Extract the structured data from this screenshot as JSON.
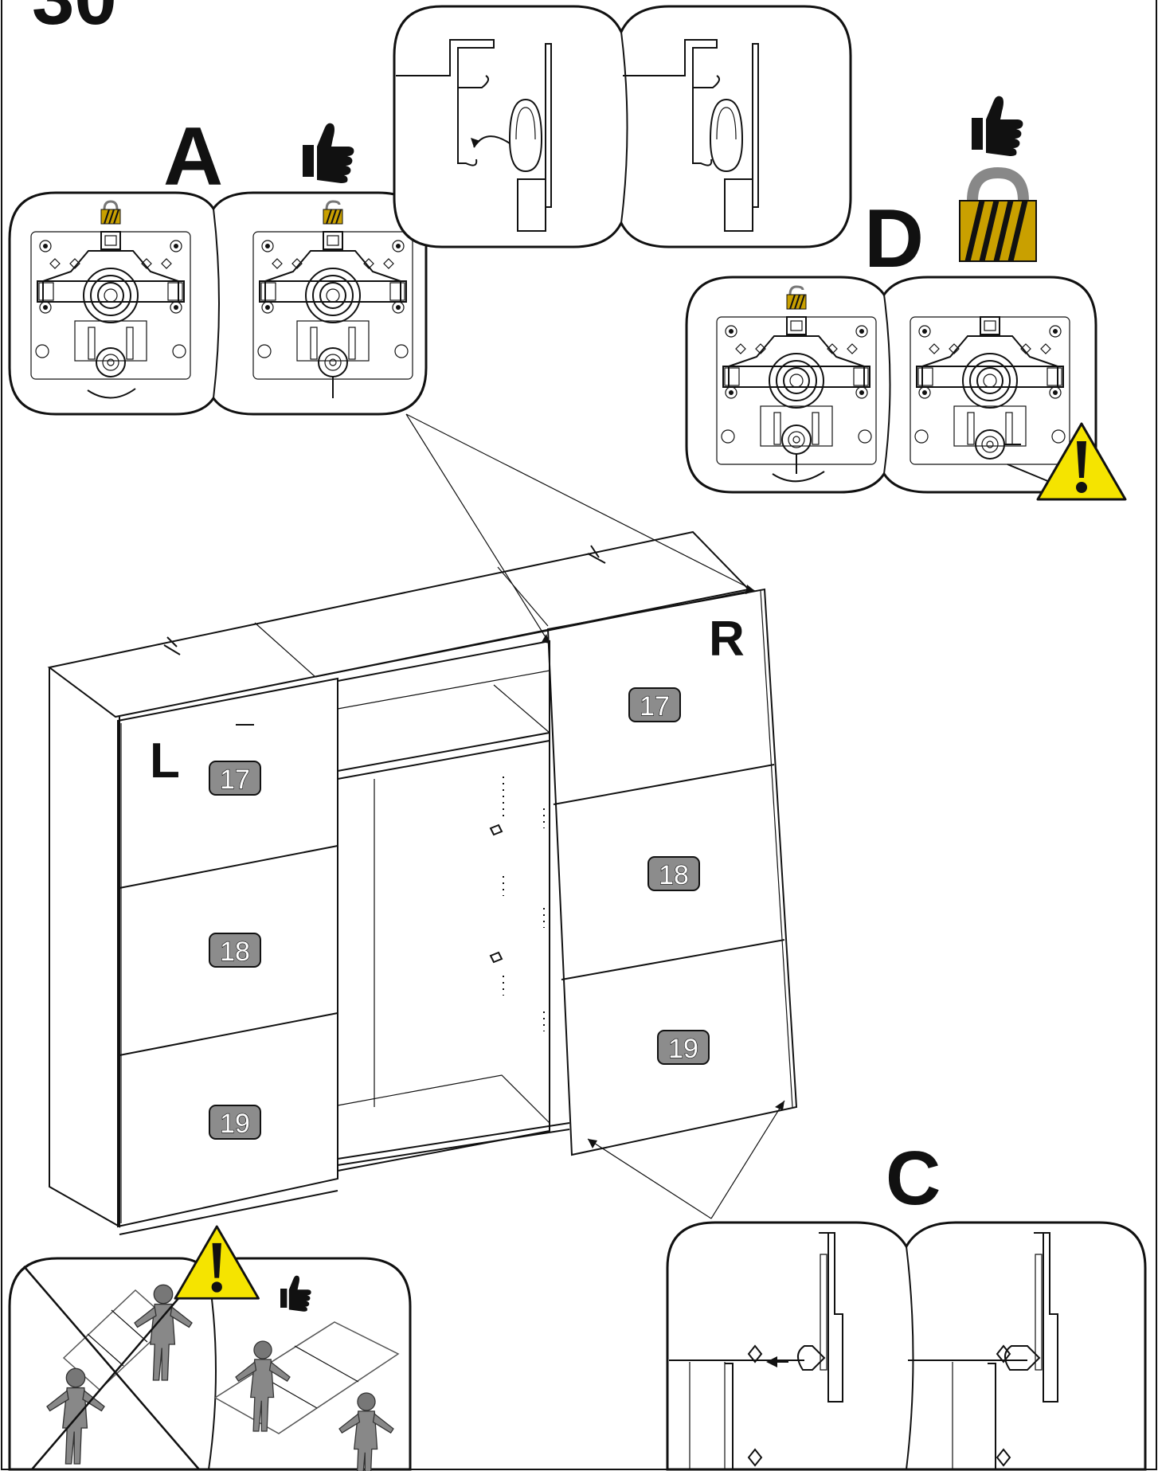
{
  "step_number": "30",
  "detail_labels": {
    "a": "A",
    "c": "C",
    "d": "D"
  },
  "side_labels": {
    "left": "L",
    "right": "R"
  },
  "part_numbers": {
    "left_top": "17",
    "left_middle": "18",
    "left_bottom": "19",
    "right_top": "17",
    "right_middle": "18",
    "right_bottom": "19"
  },
  "colors": {
    "line": "#111111",
    "warning_fill": "#f5e400",
    "lock_gold": "#c9a000",
    "tag_fill": "#8c8c8c",
    "figure_gray": "#777777"
  },
  "icons": [
    "thumbs-up-icon",
    "padlock-closed-icon",
    "padlock-open-icon",
    "warning-icon"
  ]
}
